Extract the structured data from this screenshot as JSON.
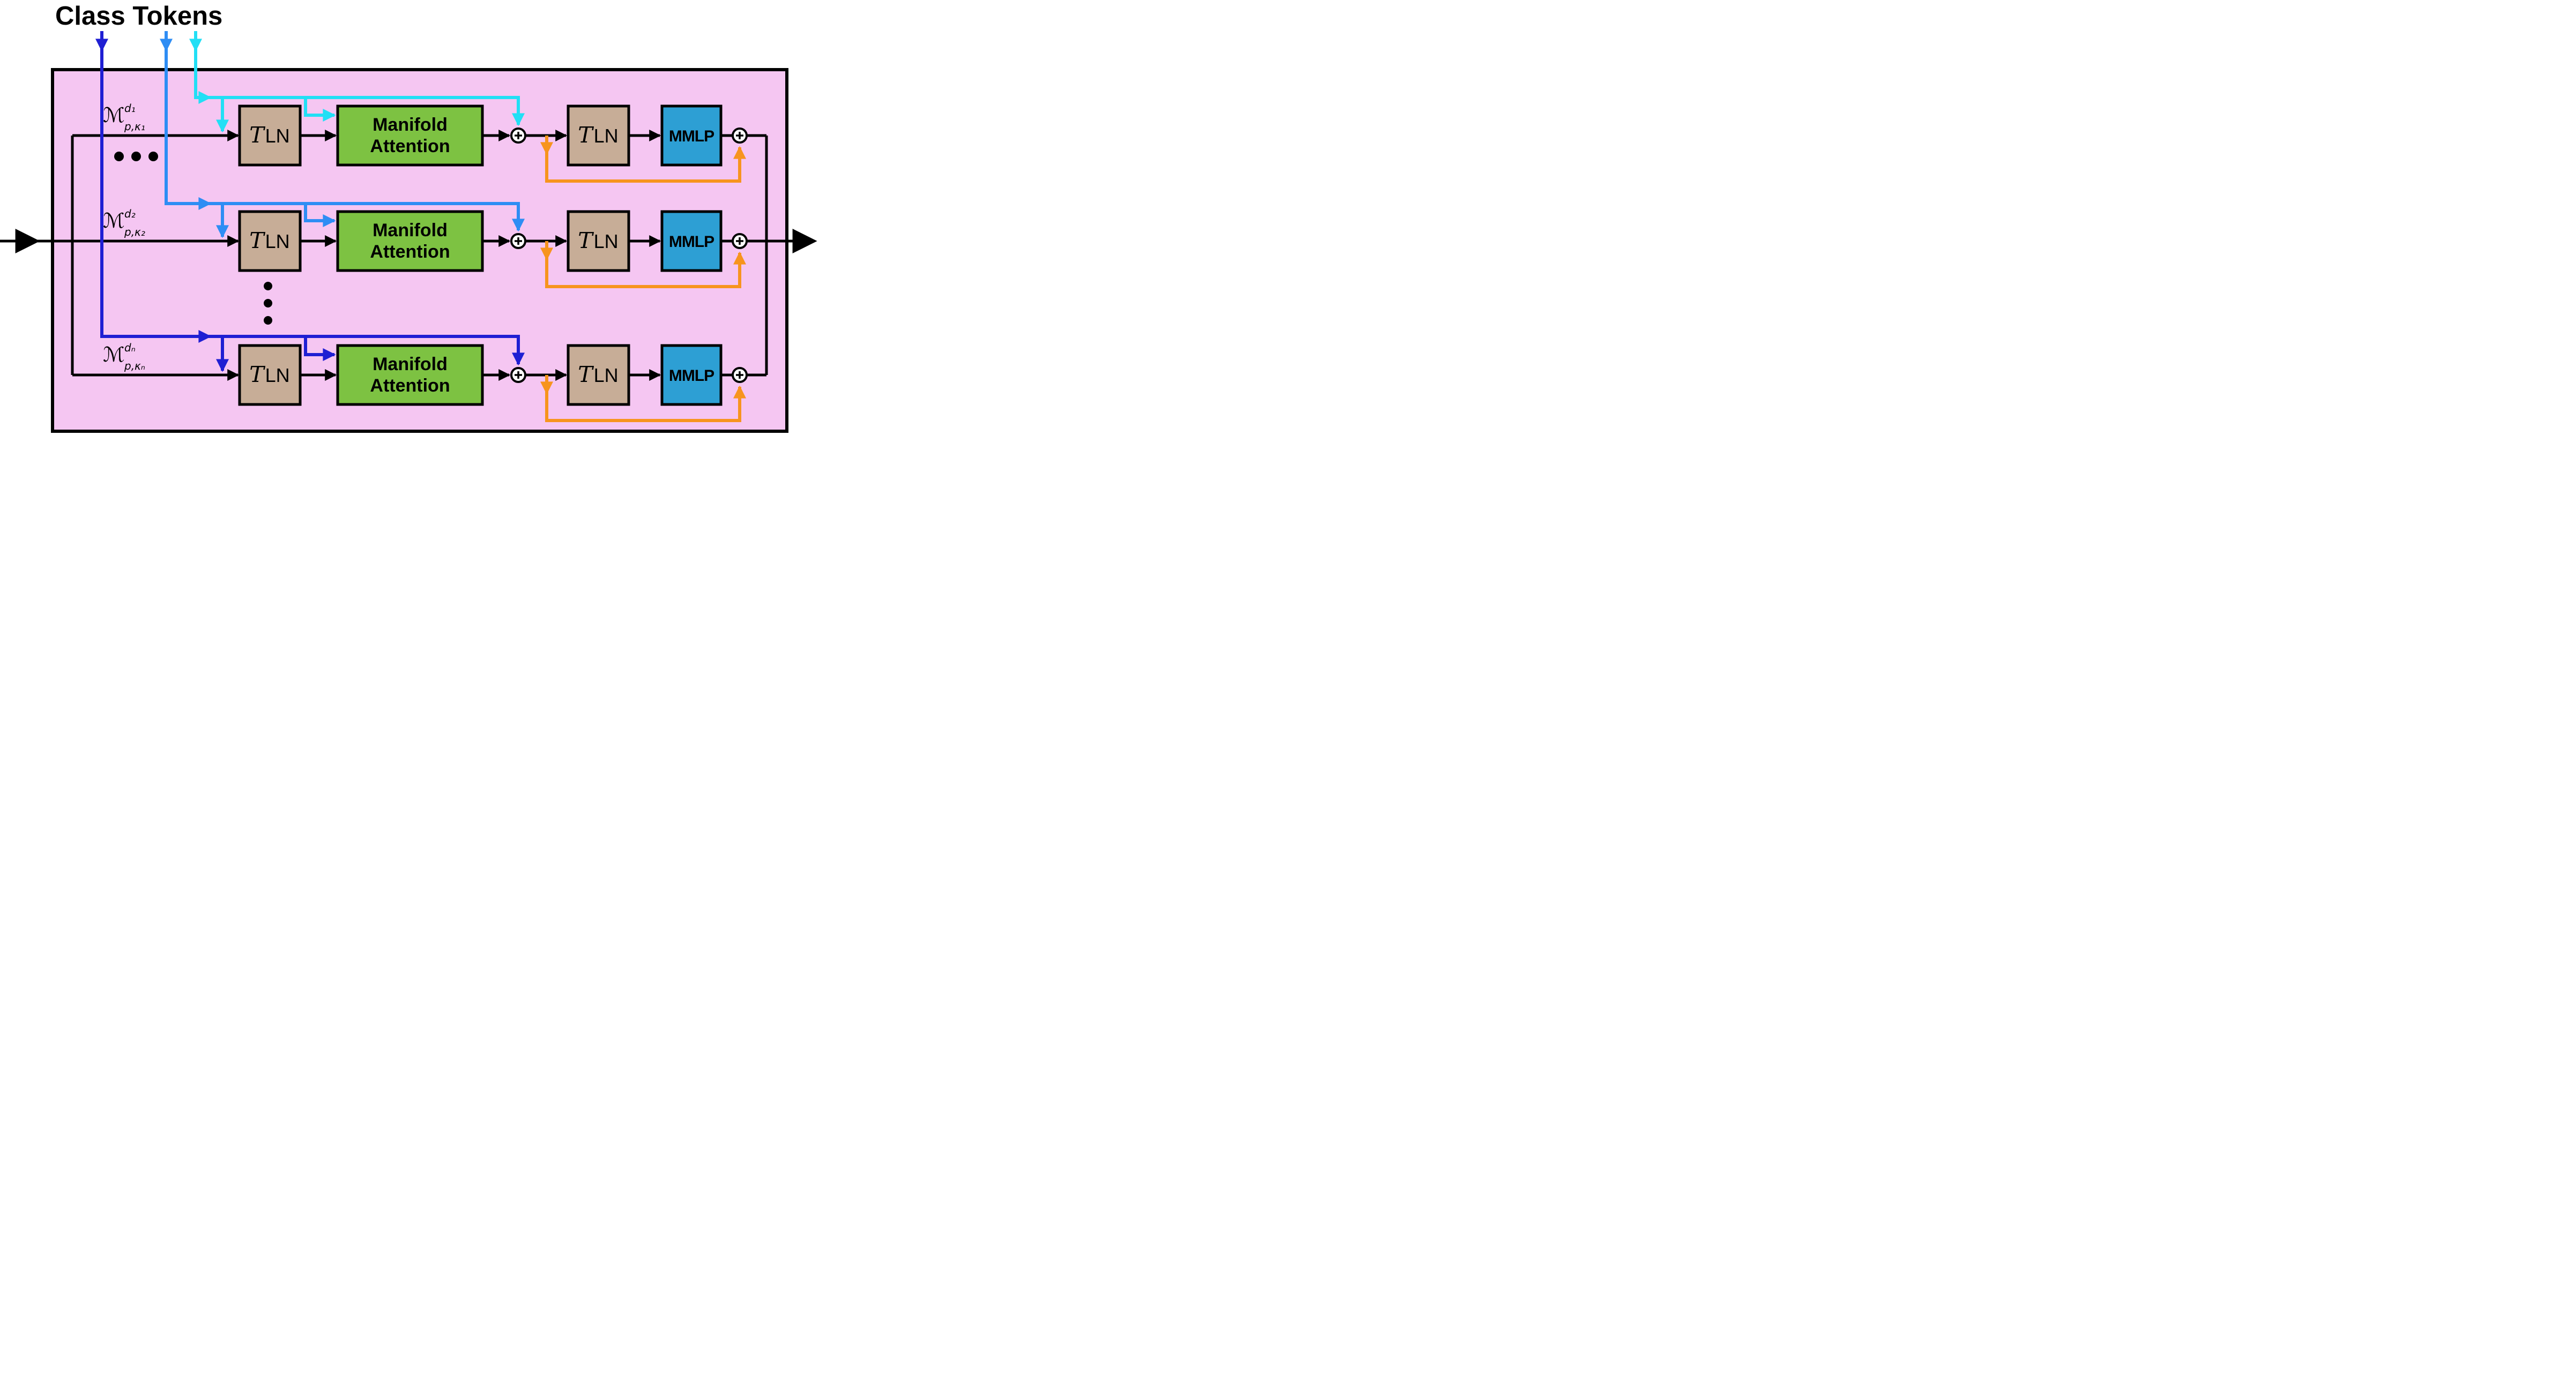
{
  "title": "Class Tokens",
  "colors": {
    "panel": "#f5c6f2",
    "tln": "#c7ad97",
    "attention": "#7dc242",
    "mmlp": "#2d9fd4",
    "cyan": "#22dff5",
    "blue": "#2e8df4",
    "dark_blue": "#1f1fd3",
    "orange": "#f7941e",
    "black": "#000000"
  },
  "labels": {
    "tln_script_t": "T",
    "tln_suffix": "LN",
    "attention_line1": "Manifold",
    "attention_line2": "Attention",
    "mmlp": "MMLP"
  },
  "rows": [
    {
      "base": "ℳ",
      "sup": "d₁",
      "sub": "p,κ₁"
    },
    {
      "base": "ℳ",
      "sup": "d₂",
      "sub": "p,κ₂"
    },
    {
      "base": "ℳ",
      "sup": "dₙ",
      "sub": "p,κₙ"
    }
  ]
}
